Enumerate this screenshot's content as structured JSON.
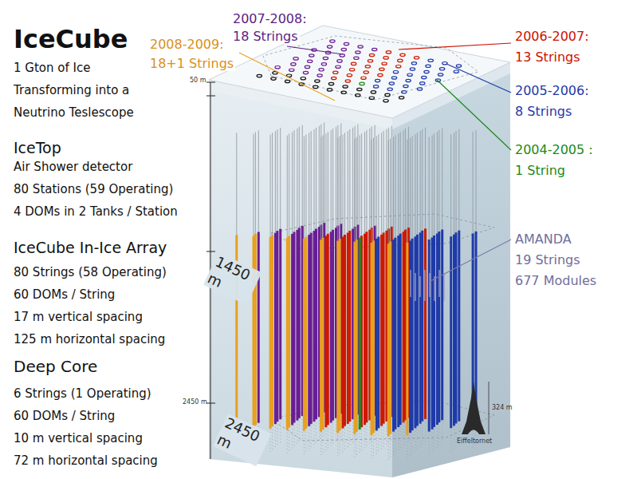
{
  "diagram": {
    "title": "IceCube",
    "labels": [
      "1 Gton of Ice",
      "Transforming into a",
      "Neutrino Teslescope",
      "IceTop",
      "Air Shower detector",
      "80 Stations (59 Operating)",
      "4 DOMs in 2 Tanks / Station",
      "IceCube In-Ice Array",
      "80 Strings (58 Operating)",
      "60 DOMs / String",
      "17 m vertical spacing",
      "125 m horizontal spacing",
      "Deep Core",
      "6 Strings (1 Operating)",
      "60 DOMs / String",
      "10 m vertical spacing",
      "72 m horizontal spacing",
      "2007-2008:",
      "18 Strings",
      "2008-2009:",
      "18+1 Strings",
      "2006-2007:",
      "13 Strings",
      "2005-2006:",
      "8 Strings",
      "2004-2005 :",
      "1 String",
      "AMANDA",
      "19 Strings",
      "677 Modules",
      "1450 m",
      "2450 m",
      "50 m",
      "2450 m",
      "324 m",
      "Eiffeltornet"
    ]
  }
}
